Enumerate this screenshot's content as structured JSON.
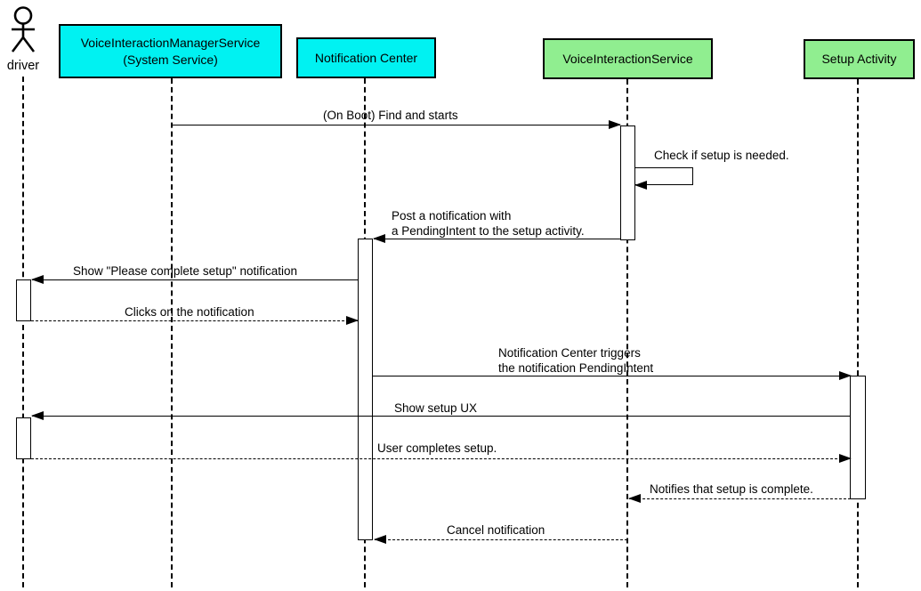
{
  "diagram": {
    "type": "uml-sequence",
    "background": "#ffffff"
  },
  "colors": {
    "participant_cyan": "#00f2f2",
    "participant_green": "#90ee90",
    "line": "#000000",
    "activation_fill": "#ffffff"
  },
  "participants": [
    {
      "id": "driver",
      "kind": "actor",
      "label": "driver"
    },
    {
      "id": "voice-interaction-manager-service",
      "kind": "box",
      "fill": "#00f2f2",
      "label": "VoiceInteractionManagerService\n(System Service)"
    },
    {
      "id": "notification-center",
      "kind": "box",
      "fill": "#00f2f2",
      "label": "Notification Center"
    },
    {
      "id": "voice-interaction-service",
      "kind": "box",
      "fill": "#90ee90",
      "label": "VoiceInteractionService"
    },
    {
      "id": "setup-activity",
      "kind": "box",
      "fill": "#90ee90",
      "label": "Setup Activity"
    }
  ],
  "messages": [
    {
      "label": "(On Boot) Find and starts",
      "from": "VoiceInteractionManagerService (System Service)",
      "to": "VoiceInteractionService",
      "line": "solid"
    },
    {
      "label": "Check if setup is needed.",
      "from": "VoiceInteractionService",
      "to": "VoiceInteractionService",
      "line": "solid",
      "self": true
    },
    {
      "label": "Post a notification with\na PendingIntent to the setup activity.",
      "from": "VoiceInteractionService",
      "to": "Notification Center",
      "line": "solid"
    },
    {
      "label": "Show \"Please complete setup\" notification",
      "from": "Notification Center",
      "to": "driver",
      "line": "solid"
    },
    {
      "label": "Clicks on the notification",
      "from": "driver",
      "to": "Notification Center",
      "line": "dashed"
    },
    {
      "label": "Notification Center triggers\nthe notification PendingIntent",
      "from": "Notification Center",
      "to": "Setup Activity",
      "line": "solid"
    },
    {
      "label": "Show setup UX",
      "from": "Setup Activity",
      "to": "driver",
      "line": "solid"
    },
    {
      "label": "User completes setup.",
      "from": "driver",
      "to": "Setup Activity",
      "line": "dashed"
    },
    {
      "label": "Notifies that setup is complete.",
      "from": "Setup Activity",
      "to": "VoiceInteractionService",
      "line": "dashed"
    },
    {
      "label": "Cancel notification",
      "from": "VoiceInteractionService",
      "to": "Notification Center",
      "line": "dashed"
    }
  ]
}
